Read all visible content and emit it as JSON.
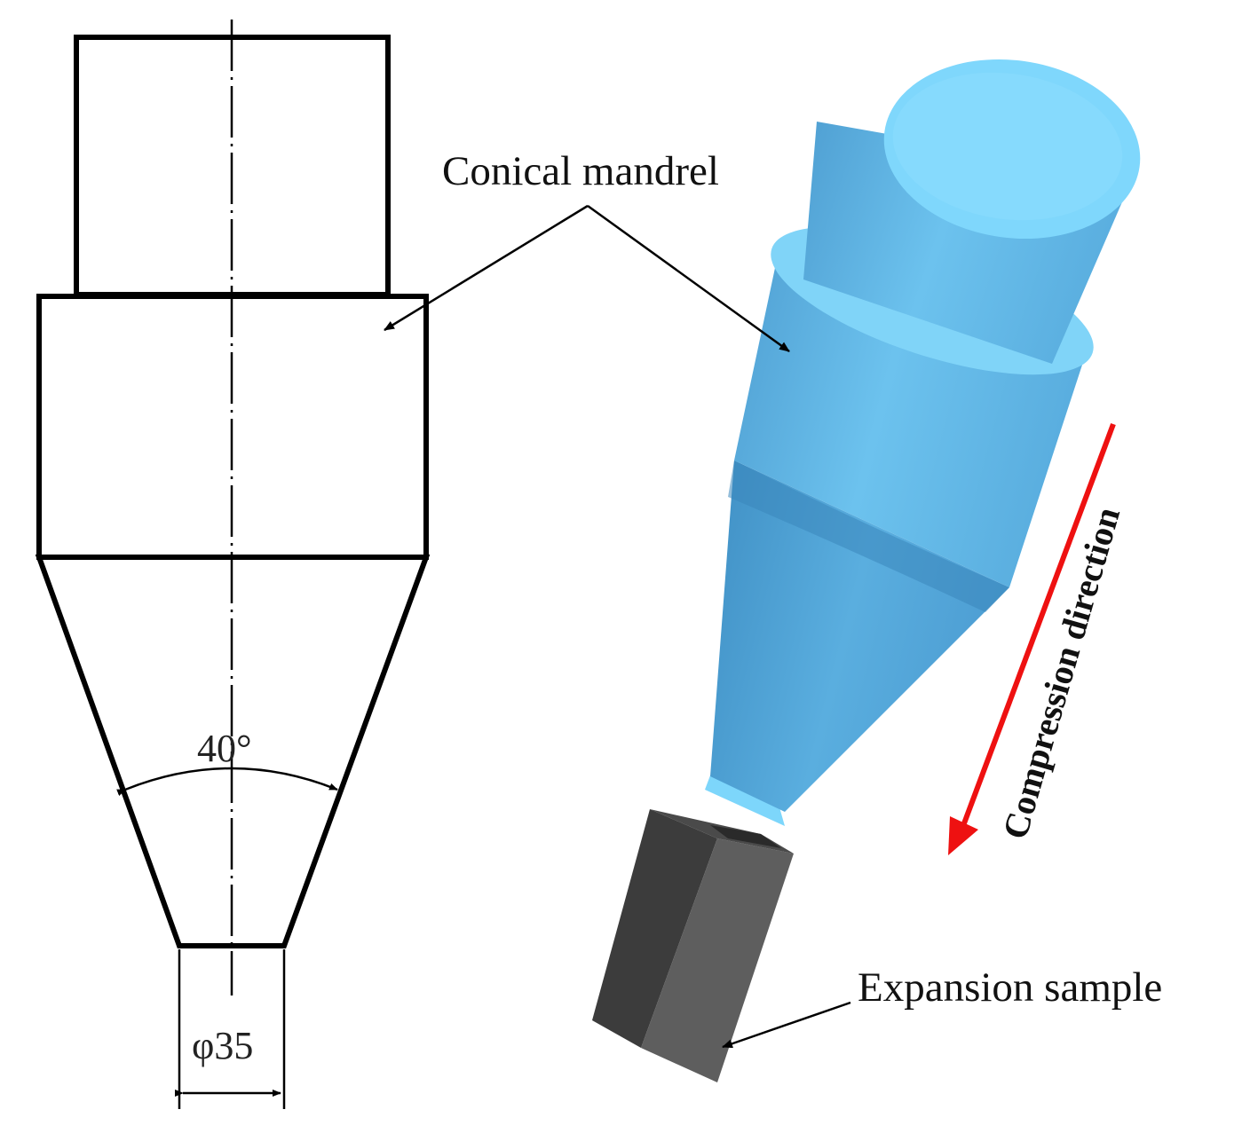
{
  "labels": {
    "mandrel": "Conical mandrel",
    "sample": "Expansion sample",
    "direction": "Compression direction"
  },
  "dimensions": {
    "cone_angle": "40°",
    "tip_diameter": "φ35"
  },
  "colors": {
    "line": "#000000",
    "mandrel_light": "#7dd6fb",
    "mandrel_mid": "#5fb6e4",
    "mandrel_dark": "#3f8fc4",
    "sample_dark": "#3e3e3e",
    "sample_light": "#6a6a6a",
    "arrow": "#ee1111"
  }
}
